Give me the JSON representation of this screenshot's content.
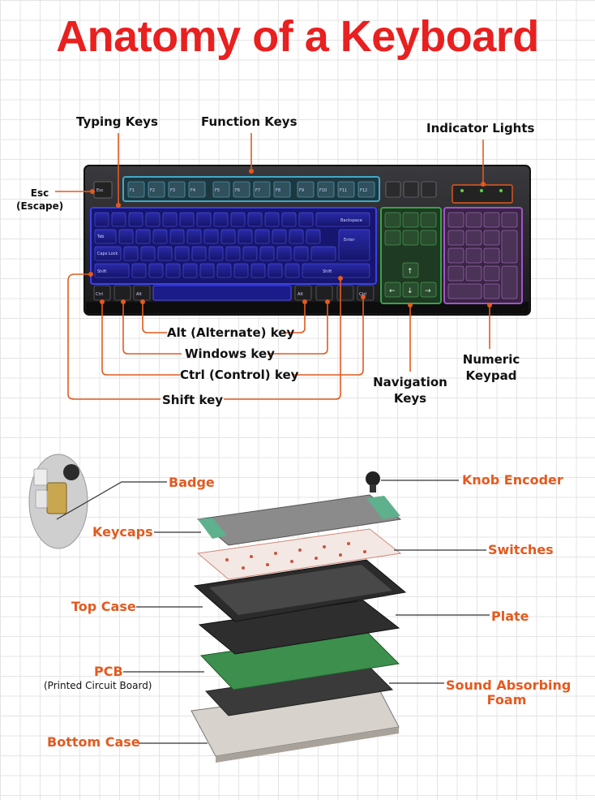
{
  "title": "Anatomy of a Keyboard",
  "keyboard": {
    "key_labels": {
      "esc": "Esc",
      "ctrl": "Ctrl",
      "alt": "Alt",
      "shift": "Shift",
      "tab": "Tab",
      "caps": "Caps Lock",
      "enter": "Enter",
      "backspace": "Backspace",
      "f_keys": [
        "F1",
        "F2",
        "F3",
        "F4",
        "F5",
        "F6",
        "F7",
        "F8",
        "F9",
        "F10",
        "F11",
        "F12"
      ]
    }
  },
  "top_labels": {
    "typing_keys": "Typing Keys",
    "function_keys": "Function Keys",
    "indicator_lights": "Indicator Lights",
    "esc": "Esc",
    "esc_sub": "(Escape)",
    "alt_key": "Alt (Alternate) key",
    "windows_key": "Windows key",
    "ctrl_key": "Ctrl (Control) key",
    "shift_key": "Shift key",
    "navigation_keys_1": "Navigation",
    "navigation_keys_2": "Keys",
    "numeric_keypad_1": "Numeric",
    "numeric_keypad_2": "Keypad"
  },
  "bottom_labels": {
    "badge": "Badge",
    "keycaps": "Keycaps",
    "top_case": "Top Case",
    "pcb": "PCB",
    "pcb_sub": "(Printed Circuit Board)",
    "bottom_case": "Bottom Case",
    "knob_encoder": "Knob Encoder",
    "switches": "Switches",
    "plate": "Plate",
    "sound_foam_1": "Sound Absorbing",
    "sound_foam_2": "Foam"
  },
  "colors": {
    "title": "#e8201f",
    "leader": "#e35a1f",
    "typing_glow": "#2a2fd6",
    "function_glow": "#3fa9c9",
    "navigation_glow": "#3ca04a",
    "numpad_glow": "#a255c8",
    "pcb": "#3c8f4c"
  }
}
